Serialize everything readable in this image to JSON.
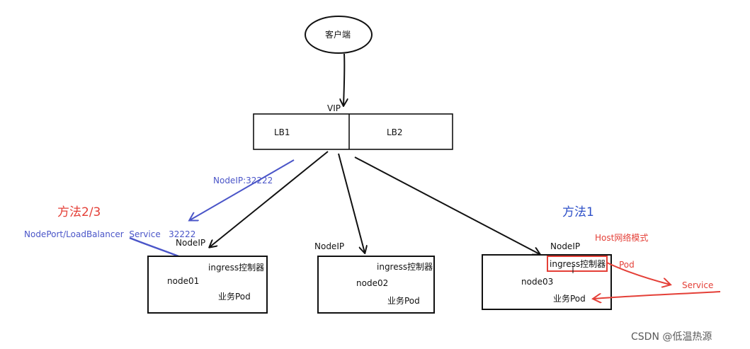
{
  "client": {
    "label": "客户端"
  },
  "vip": {
    "label": "VIP"
  },
  "lb": {
    "lb1": "LB1",
    "lb2": "LB2"
  },
  "annotations": {
    "method_23": "方法2/3",
    "method_1": "方法1",
    "nodeport_32222": "NodeIP:32222",
    "nodeport_lb_service": "NodePort/LoadBalancer  Service   32222",
    "host_network": "Host网络模式",
    "pod": "Pod",
    "service": "Service"
  },
  "nodes": [
    {
      "nodeip_label": "NodeIP",
      "ingress": "ingress控制器",
      "name": "node01",
      "workload": "业务Pod"
    },
    {
      "nodeip_label": "NodeIP",
      "ingress": "ingress控制器",
      "name": "node02",
      "workload": "业务Pod"
    },
    {
      "nodeip_label": "NodeIP",
      "ingress": "ingress控制器",
      "name": "node03",
      "workload": "业务Pod"
    }
  ],
  "watermark": "CSDN @低温热源",
  "colors": {
    "black": "#111111",
    "blue": "#4a55c8",
    "red": "#e43f37"
  }
}
